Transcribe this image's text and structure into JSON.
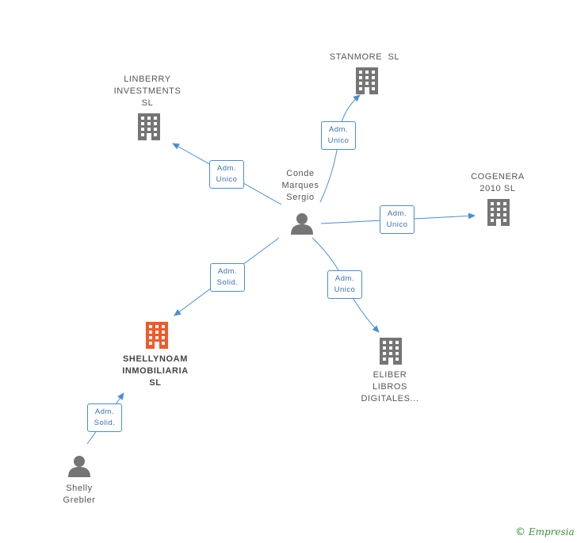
{
  "colors": {
    "edge": "#4a8ed8",
    "building": "#757575",
    "building_focus": "#f05a2a",
    "person": "#757575"
  },
  "nodes": {
    "conde": {
      "label": "Conde\nMarques\nSergio",
      "icon": "person-icon"
    },
    "linberry": {
      "label": "LINBERRY\nINVESTMENTS\nSL",
      "icon": "building-icon"
    },
    "stanmore": {
      "label": "STANMORE  SL",
      "icon": "building-icon"
    },
    "cogenera": {
      "label": "COGENERA\n2010 SL",
      "icon": "building-icon"
    },
    "shellynoam": {
      "label": "SHELLYNOAM\nINMOBILIARIA\nSL",
      "icon": "building-icon"
    },
    "eliber": {
      "label": "ELIBER\nLIBROS\nDIGITALES...",
      "icon": "building-icon"
    },
    "shelly": {
      "label": "Shelly\nGrebler",
      "icon": "person-icon"
    }
  },
  "edges": {
    "to_linberry": "Adm.\nUnico",
    "to_stanmore": "Adm.\nUnico",
    "to_cogenera": "Adm.\nUnico",
    "to_shellynoam": "Adm.\nSolid.",
    "to_eliber": "Adm.\nUnico",
    "shelly_to_shellynoam": "Adm.\nSolid."
  },
  "credit": {
    "symbol": "©",
    "brand": "Empresia"
  }
}
